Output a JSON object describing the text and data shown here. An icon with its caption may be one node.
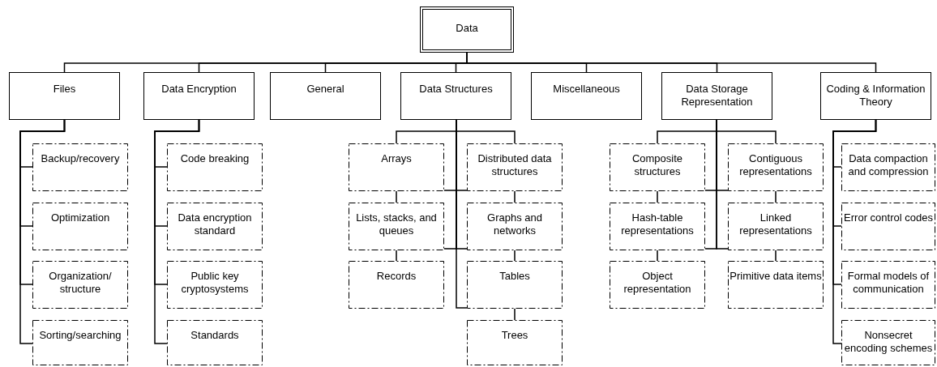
{
  "diagram": {
    "nodes": [
      {
        "text": [
          "Data"
        ]
      },
      {
        "text": [
          "Files"
        ]
      },
      {
        "text": [
          "Data Encryption"
        ]
      },
      {
        "text": [
          "General"
        ]
      },
      {
        "text": [
          "Data Structures"
        ]
      },
      {
        "text": [
          "Miscellaneous"
        ]
      },
      {
        "text": [
          "Data Storage Representation"
        ]
      },
      {
        "text": [
          "Coding & Information Theory"
        ]
      },
      {
        "text": [
          "Backup/recovery"
        ]
      },
      {
        "text": [
          "Optimization"
        ]
      },
      {
        "text": [
          "Organization/ structure"
        ]
      },
      {
        "text": [
          "Sorting/searching"
        ]
      },
      {
        "text": [
          "Code breaking"
        ]
      },
      {
        "text": [
          "Data encryption standard"
        ]
      },
      {
        "text": [
          "Public key cryptosystems"
        ]
      },
      {
        "text": [
          "Standards"
        ]
      },
      {
        "text": [
          "Arrays"
        ]
      },
      {
        "text": [
          "Distributed data structures"
        ]
      },
      {
        "text": [
          "Lists, stacks, and queues"
        ]
      },
      {
        "text": [
          "Graphs and networks"
        ]
      },
      {
        "text": [
          "Records"
        ]
      },
      {
        "text": [
          "Tables"
        ]
      },
      {
        "text": [
          "Trees"
        ]
      },
      {
        "text": [
          "Composite structures"
        ]
      },
      {
        "text": [
          "Contiguous representations"
        ]
      },
      {
        "text": [
          "Hash-table representations"
        ]
      },
      {
        "text": [
          "Linked representations"
        ]
      },
      {
        "text": [
          "Object representation"
        ]
      },
      {
        "text": [
          "Primitive data items"
        ]
      },
      {
        "text": [
          "Data compaction and compression"
        ]
      },
      {
        "text": [
          "Error control codes"
        ]
      },
      {
        "text": [
          "Formal models of communication"
        ]
      },
      {
        "text": [
          "Nonsecret encoding schemes"
        ]
      }
    ],
    "edges": [
      {
        "from": 0,
        "to": 1,
        "arrow": "none"
      },
      {
        "from": 0,
        "to": 2,
        "arrow": "none"
      },
      {
        "from": 0,
        "to": 3,
        "arrow": "none"
      },
      {
        "from": 0,
        "to": 4,
        "arrow": "none"
      },
      {
        "from": 0,
        "to": 5,
        "arrow": "none"
      },
      {
        "from": 0,
        "to": 6,
        "arrow": "none"
      },
      {
        "from": 0,
        "to": 7,
        "arrow": "none"
      },
      {
        "from": 1,
        "to": 8,
        "arrow": "none"
      },
      {
        "from": 1,
        "to": 9,
        "arrow": "none"
      },
      {
        "from": 1,
        "to": 10,
        "arrow": "none"
      },
      {
        "from": 1,
        "to": 11,
        "arrow": "none"
      },
      {
        "from": 2,
        "to": 12,
        "arrow": "none"
      },
      {
        "from": 2,
        "to": 13,
        "arrow": "none"
      },
      {
        "from": 2,
        "to": 14,
        "arrow": "none"
      },
      {
        "from": 2,
        "to": 15,
        "arrow": "none"
      },
      {
        "from": 4,
        "to": 16,
        "arrow": "none"
      },
      {
        "from": 4,
        "to": 17,
        "arrow": "none"
      },
      {
        "from": 4,
        "to": 18,
        "arrow": "none"
      },
      {
        "from": 4,
        "to": 19,
        "arrow": "none"
      },
      {
        "from": 4,
        "to": 20,
        "arrow": "none"
      },
      {
        "from": 4,
        "to": 21,
        "arrow": "none"
      },
      {
        "from": 4,
        "to": 22,
        "arrow": "none"
      },
      {
        "from": 6,
        "to": 23,
        "arrow": "none"
      },
      {
        "from": 6,
        "to": 24,
        "arrow": "none"
      },
      {
        "from": 6,
        "to": 25,
        "arrow": "none"
      },
      {
        "from": 6,
        "to": 26,
        "arrow": "none"
      },
      {
        "from": 6,
        "to": 27,
        "arrow": "none"
      },
      {
        "from": 6,
        "to": 28,
        "arrow": "none"
      },
      {
        "from": 7,
        "to": 29,
        "arrow": "none"
      },
      {
        "from": 7,
        "to": 30,
        "arrow": "none"
      },
      {
        "from": 7,
        "to": 31,
        "arrow": "none"
      },
      {
        "from": 7,
        "to": 32,
        "arrow": "none"
      }
    ]
  }
}
